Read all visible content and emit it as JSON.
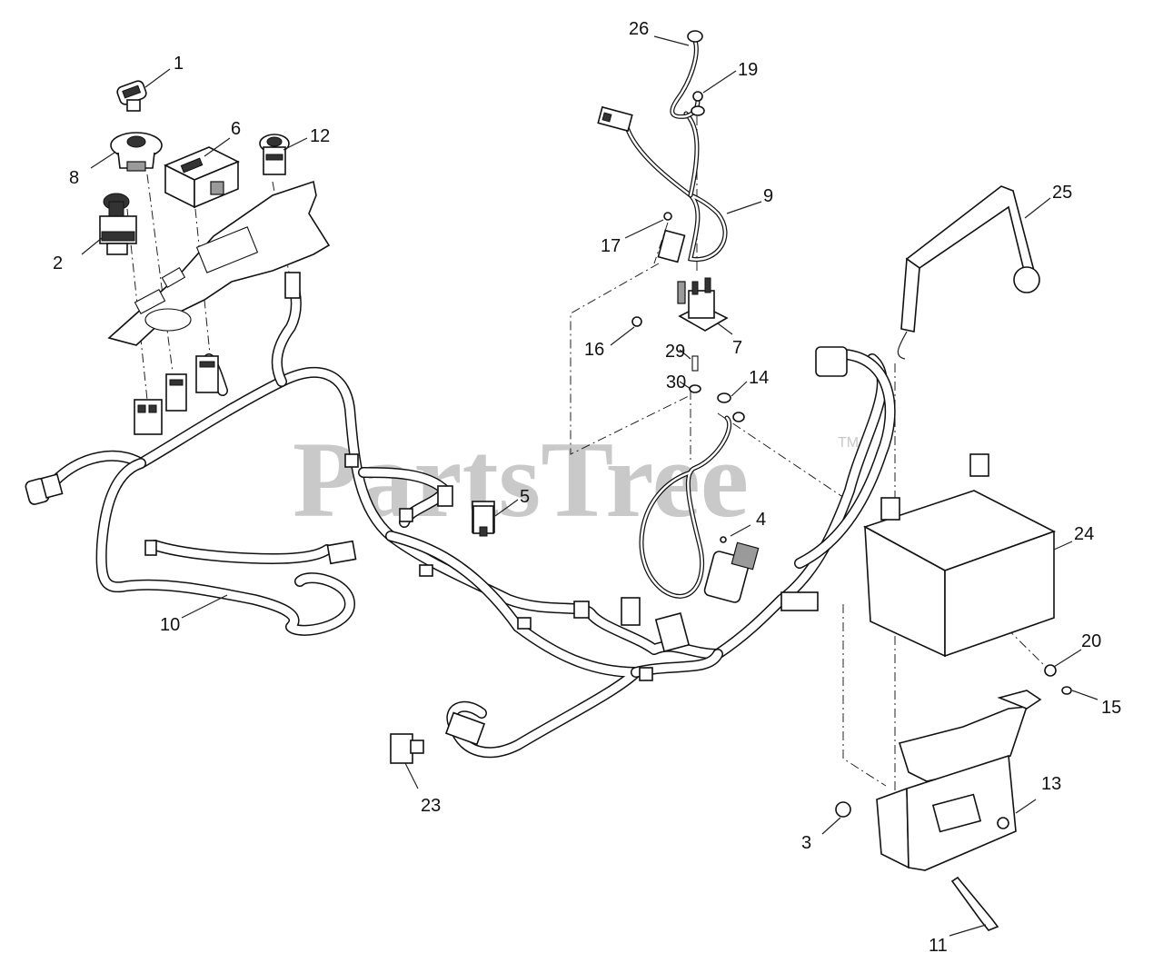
{
  "diagram": {
    "watermark": "PartsTree",
    "watermark_tm": "TM",
    "callouts": [
      "1",
      "2",
      "3",
      "4",
      "5",
      "6",
      "7",
      "8",
      "9",
      "10",
      "11",
      "12",
      "13",
      "14",
      "15",
      "16",
      "17",
      "19",
      "20",
      "23",
      "24",
      "25",
      "26",
      "29",
      "30"
    ]
  }
}
